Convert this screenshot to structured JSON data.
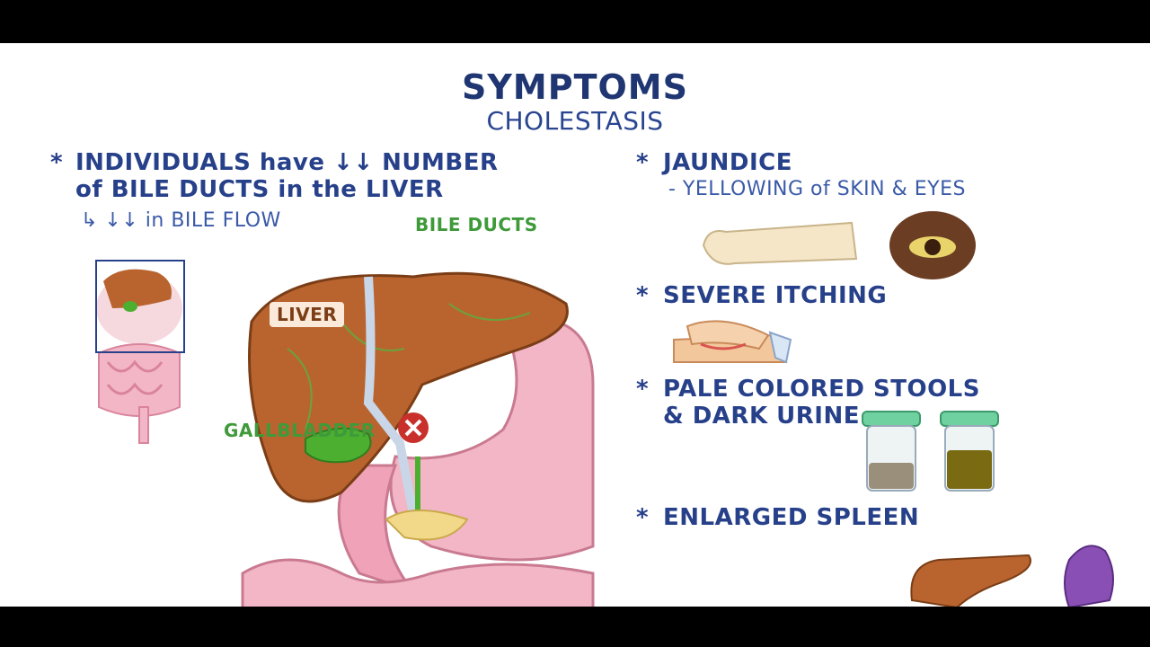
{
  "heading": {
    "title": "SYMPTOMS",
    "subtitle": "CHOLESTASIS"
  },
  "left": {
    "bullet_mark": "*",
    "line1": "INDIVIDUALS have ↓↓ NUMBER",
    "line2": "of BILE DUCTS in the LIVER",
    "line3": "↳ ↓↓ in BILE FLOW",
    "labels": {
      "bile_ducts": "BILE DUCTS",
      "liver": "LIVER",
      "gallbladder": "GALLBLADDER"
    }
  },
  "right": {
    "bullet_mark": "*",
    "jaundice": "JAUNDICE",
    "jaundice_sub": "- YELLOWING of SKIN & EYES",
    "itching": "SEVERE ITCHING",
    "stools_line1": "PALE COLORED STOOLS",
    "stools_line2": "& DARK URINE",
    "spleen": "ENLARGED SPLEEN"
  },
  "colors": {
    "ink": "#27408a",
    "label_green": "#3f9a3a",
    "liver": "#b9642f",
    "gallbladder": "#4caf2f",
    "stomach": "#f3b6c6",
    "blocked": "#c9302c",
    "spleen": "#8a4fb5"
  }
}
